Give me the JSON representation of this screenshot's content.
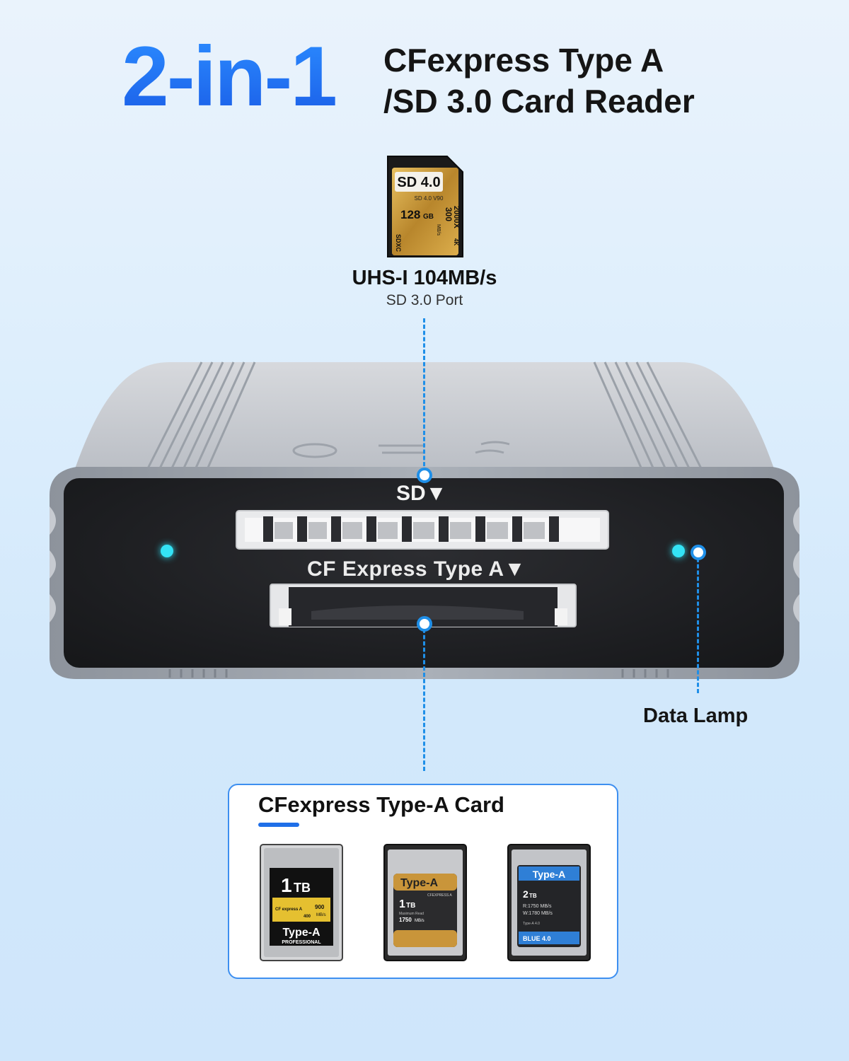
{
  "header": {
    "headline": "2-in-1",
    "subtitle_line1": "CFexpress Type A",
    "subtitle_line2": "/SD 3.0 Card Reader"
  },
  "sd_card": {
    "brand": "SD 4.0",
    "sub": "SD 4.0 V90",
    "capacity": "128",
    "capacity_unit": "GB",
    "speed": "300",
    "speed_unit": "MB/s",
    "x": "2000X",
    "k": "4K",
    "sdxc": "SDXC"
  },
  "sd_port": {
    "speed": "UHS-I 104MB/s",
    "port": "SD 3.0 Port"
  },
  "device": {
    "sd_slot_label": "SD▼",
    "cf_slot_label": "CF Express Type A▼",
    "data_lamp_label": "Data Lamp"
  },
  "panel": {
    "title": "CFexpress Type-A Card",
    "cards": [
      {
        "capacity": "1",
        "unit": "TB",
        "speed": "900",
        "speed_unit": "MB/s",
        "type": "Type-A",
        "grade": "PROFESSIONAL",
        "logo": "CF express A",
        "vpg": "400",
        "color": "#e5c030"
      },
      {
        "type": "Type-A",
        "sub": "CFEXPRESS A",
        "capacity": "1",
        "unit": "TB",
        "read_label": "Maximum Read",
        "speed": "1750",
        "speed_unit": "MB/s",
        "color": "#c9953a"
      },
      {
        "type": "Type-A",
        "capacity": "2",
        "unit": "TB",
        "read": "R:1750 MB/s",
        "write": "W:1780 MB/s",
        "spec": "Type-A 4.0",
        "series": "BLUE 4.0",
        "color": "#2f7fd6"
      }
    ]
  },
  "colors": {
    "accent_blue": "#1f8fe8",
    "headline_blue": "#1e6ff0",
    "led_cyan": "#34e3f5"
  }
}
